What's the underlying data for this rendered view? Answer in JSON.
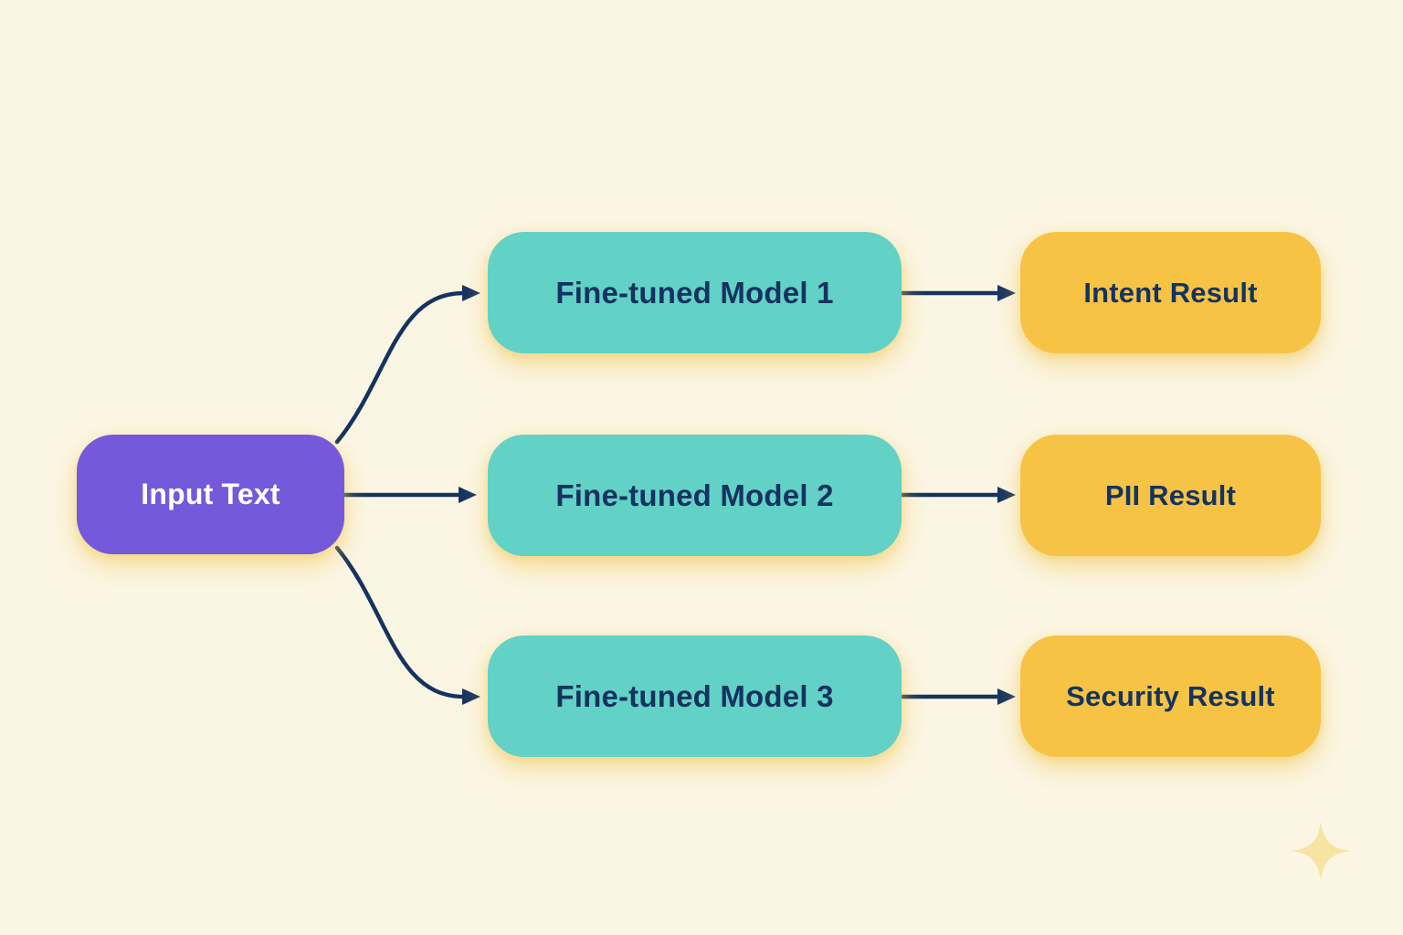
{
  "diagram": {
    "nodes": {
      "input": {
        "label": "Input Text",
        "type": "input"
      },
      "model1": {
        "label": "Fine-tuned Model 1",
        "type": "model"
      },
      "model2": {
        "label": "Fine-tuned Model 2",
        "type": "model"
      },
      "model3": {
        "label": "Fine-tuned Model 3",
        "type": "model"
      },
      "result1": {
        "label": "Intent Result",
        "type": "result"
      },
      "result2": {
        "label": "PII Result",
        "type": "result"
      },
      "result3": {
        "label": "Security Result",
        "type": "result"
      }
    },
    "edges": [
      {
        "from": "input",
        "to": "model1"
      },
      {
        "from": "input",
        "to": "model2"
      },
      {
        "from": "input",
        "to": "model3"
      },
      {
        "from": "model1",
        "to": "result1"
      },
      {
        "from": "model2",
        "to": "result2"
      },
      {
        "from": "model3",
        "to": "result3"
      }
    ],
    "colors": {
      "background": "#FBF6E4",
      "input_node": "#7459DB",
      "model_node": "#62D1C6",
      "result_node": "#F6C345",
      "arrow": "#14335F",
      "input_text": "#FFFFFF",
      "node_text": "#14335F",
      "sparkle": "#F8E4A2"
    }
  }
}
